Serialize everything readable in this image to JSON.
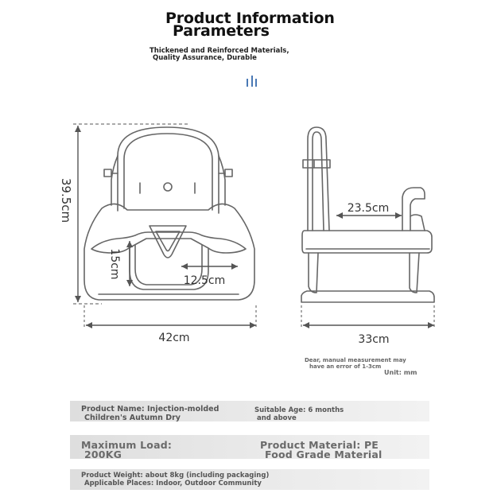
{
  "header": {
    "title_line1": "Product Information",
    "title_line2": "Parameters",
    "subtitle_line1": "Thickened and Reinforced Materials,",
    "subtitle_line2": "Quality Assurance, Durable"
  },
  "dimensions": {
    "front_height": "39.5cm",
    "front_width": "42cm",
    "seat_depth": "15cm",
    "seat_width": "12.5cm",
    "side_tray": "23.5cm",
    "side_width": "33cm"
  },
  "notes": {
    "line1": "Dear, manual measurement may",
    "line2": "have an error of 1-3cm",
    "unit": "Unit: mm"
  },
  "specs": {
    "name_line1": "Product Name: Injection-molded",
    "name_line2": "Children's Autumn Dry",
    "age_line1": "Suitable Age: 6 months",
    "age_line2": "and above",
    "load_line1": "Maximum Load:",
    "load_line2": "200KG",
    "material_line1": "Product Material: PE",
    "material_line2": "Food Grade Material",
    "weight": "Product Weight: about 8kg (including packaging)",
    "places": "Applicable Places: Indoor, Outdoor Community"
  },
  "colors": {
    "accent": "#4a79b5",
    "line": "#666666",
    "band": "#e6e6e6"
  }
}
